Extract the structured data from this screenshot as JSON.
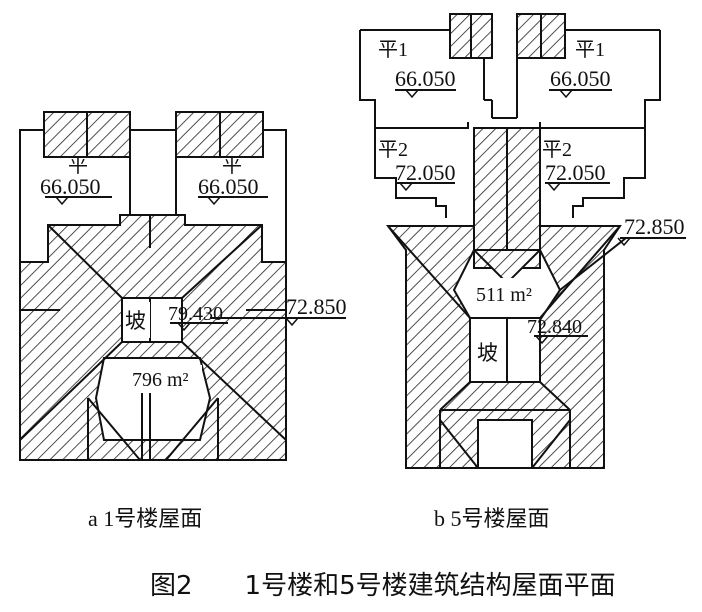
{
  "figure": {
    "caption": "图2　　1号楼和5号楼建筑结构屋面平面"
  },
  "plan_a": {
    "sublabel": "a 1号楼屋面",
    "flat_mark": "平",
    "flat_left_elev": "66.050",
    "flat_right_elev": "66.050",
    "slope_mark": "坡",
    "slope_elev": "79.430",
    "eave_elev": "72.850",
    "area": "796 m²"
  },
  "plan_b": {
    "sublabel": "b 5号楼屋面",
    "flat1_left_mark": "平1",
    "flat1_right_mark": "平1",
    "flat1_left_elev": "66.050",
    "flat1_right_elev": "66.050",
    "flat2_left_mark": "平2",
    "flat2_right_mark": "平2",
    "flat2_left_elev": "72.050",
    "flat2_right_elev": "72.050",
    "eave_elev": "72.850",
    "area": "511 m²",
    "slope_mark": "坡",
    "slope_elev": "72.840"
  },
  "colors": {
    "line": "#111111",
    "hatch": "#222222",
    "background": "#ffffff"
  }
}
